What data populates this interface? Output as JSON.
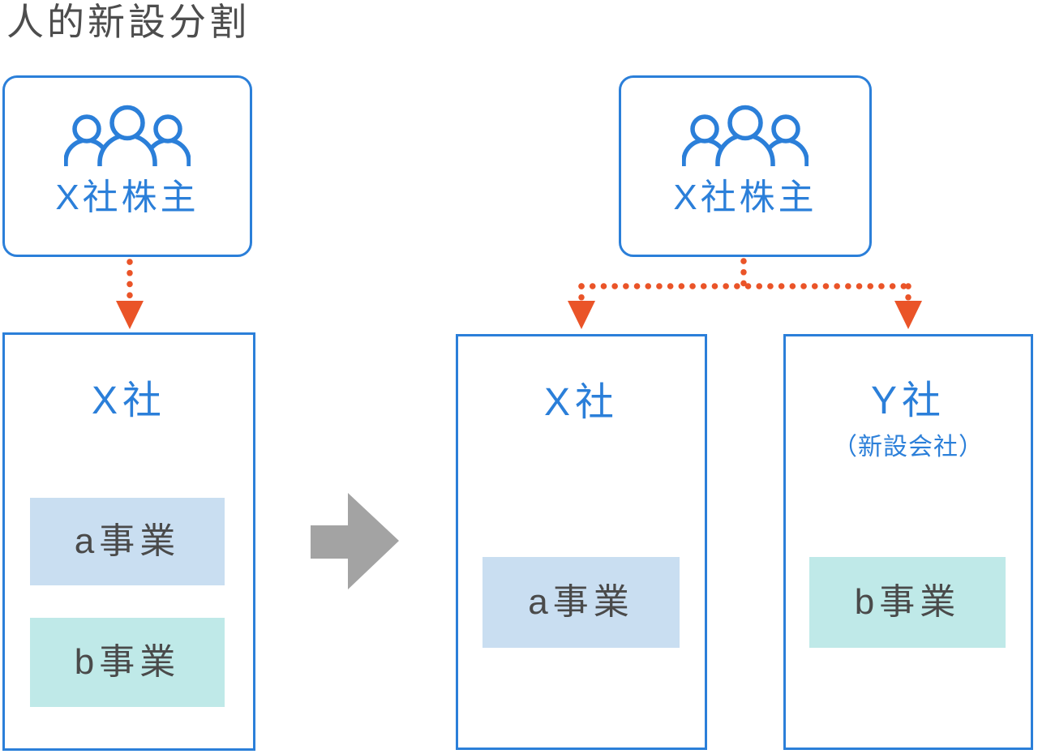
{
  "diagram": {
    "title": "人的新設分割",
    "colors": {
      "blue": "#2b7fd9",
      "orange": "#ea5428",
      "arrow_gray": "#a3a3a3",
      "business_a_bg": "#c9def1",
      "business_b_bg": "#bfe9e8",
      "text_dark": "#4a4a4a",
      "title_text": "#4d4d4d"
    },
    "before": {
      "shareholders": {
        "label": "X社株主",
        "icon": "people-icon"
      },
      "company": {
        "name": "X社",
        "businesses": [
          {
            "label": "a事業"
          },
          {
            "label": "b事業"
          }
        ]
      }
    },
    "transition": {
      "icon": "thick-right-arrow-icon"
    },
    "split_arrows": {
      "icon": "dotted-arrow-down-icon",
      "style": "dotted"
    },
    "after": {
      "shareholders": {
        "label": "X社株主",
        "icon": "people-icon"
      },
      "companies": [
        {
          "name": "X社",
          "businesses": [
            {
              "label": "a事業"
            }
          ]
        },
        {
          "name": "Y社",
          "subtitle": "（新設会社）",
          "businesses": [
            {
              "label": "b事業"
            }
          ]
        }
      ]
    }
  }
}
